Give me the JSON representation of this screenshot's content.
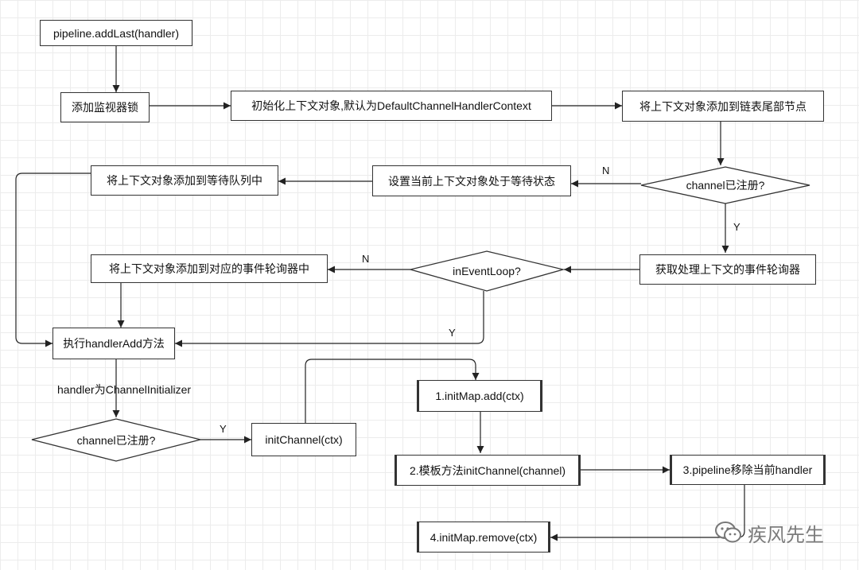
{
  "nodes": {
    "add_last": "pipeline.addLast(handler)",
    "lock": "添加监视器锁",
    "init_ctx": "初始化上下文对象,默认为DefaultChannelHandlerContext",
    "append_tail": "将上下文对象添加到链表尾部节点",
    "registered_check_1": "channel已注册?",
    "set_waiting": "设置当前上下文对象处于等待状态",
    "add_waiting_queue": "将上下文对象添加到等待队列中",
    "get_event_loop": "获取处理上下文的事件轮询器",
    "in_event_loop": "inEventLoop?",
    "add_to_event_loop": "将上下文对象添加到对应的事件轮询器中",
    "exec_handler_add": "执行handlerAdd方法",
    "registered_check_2": "channel已注册?",
    "init_channel": "initChannel(ctx)",
    "step1": "1.initMap.add(ctx)",
    "step2": "2.模板方法initChannel(channel)",
    "step3": "3.pipeline移除当前handler",
    "step4": "4.initMap.remove(ctx)"
  },
  "edge_labels": {
    "no_1": "N",
    "yes_1": "Y",
    "no_2": "N",
    "yes_2": "Y",
    "handler_is_initializer": "handler为ChannelInitializer",
    "yes_3": "Y"
  },
  "watermark": {
    "text": "疾风先生",
    "icon": "wechat-icon"
  },
  "colors": {
    "stroke": "#333333",
    "box_fill": "#ffffff",
    "grid": "#ececec",
    "watermark": "#666666"
  }
}
